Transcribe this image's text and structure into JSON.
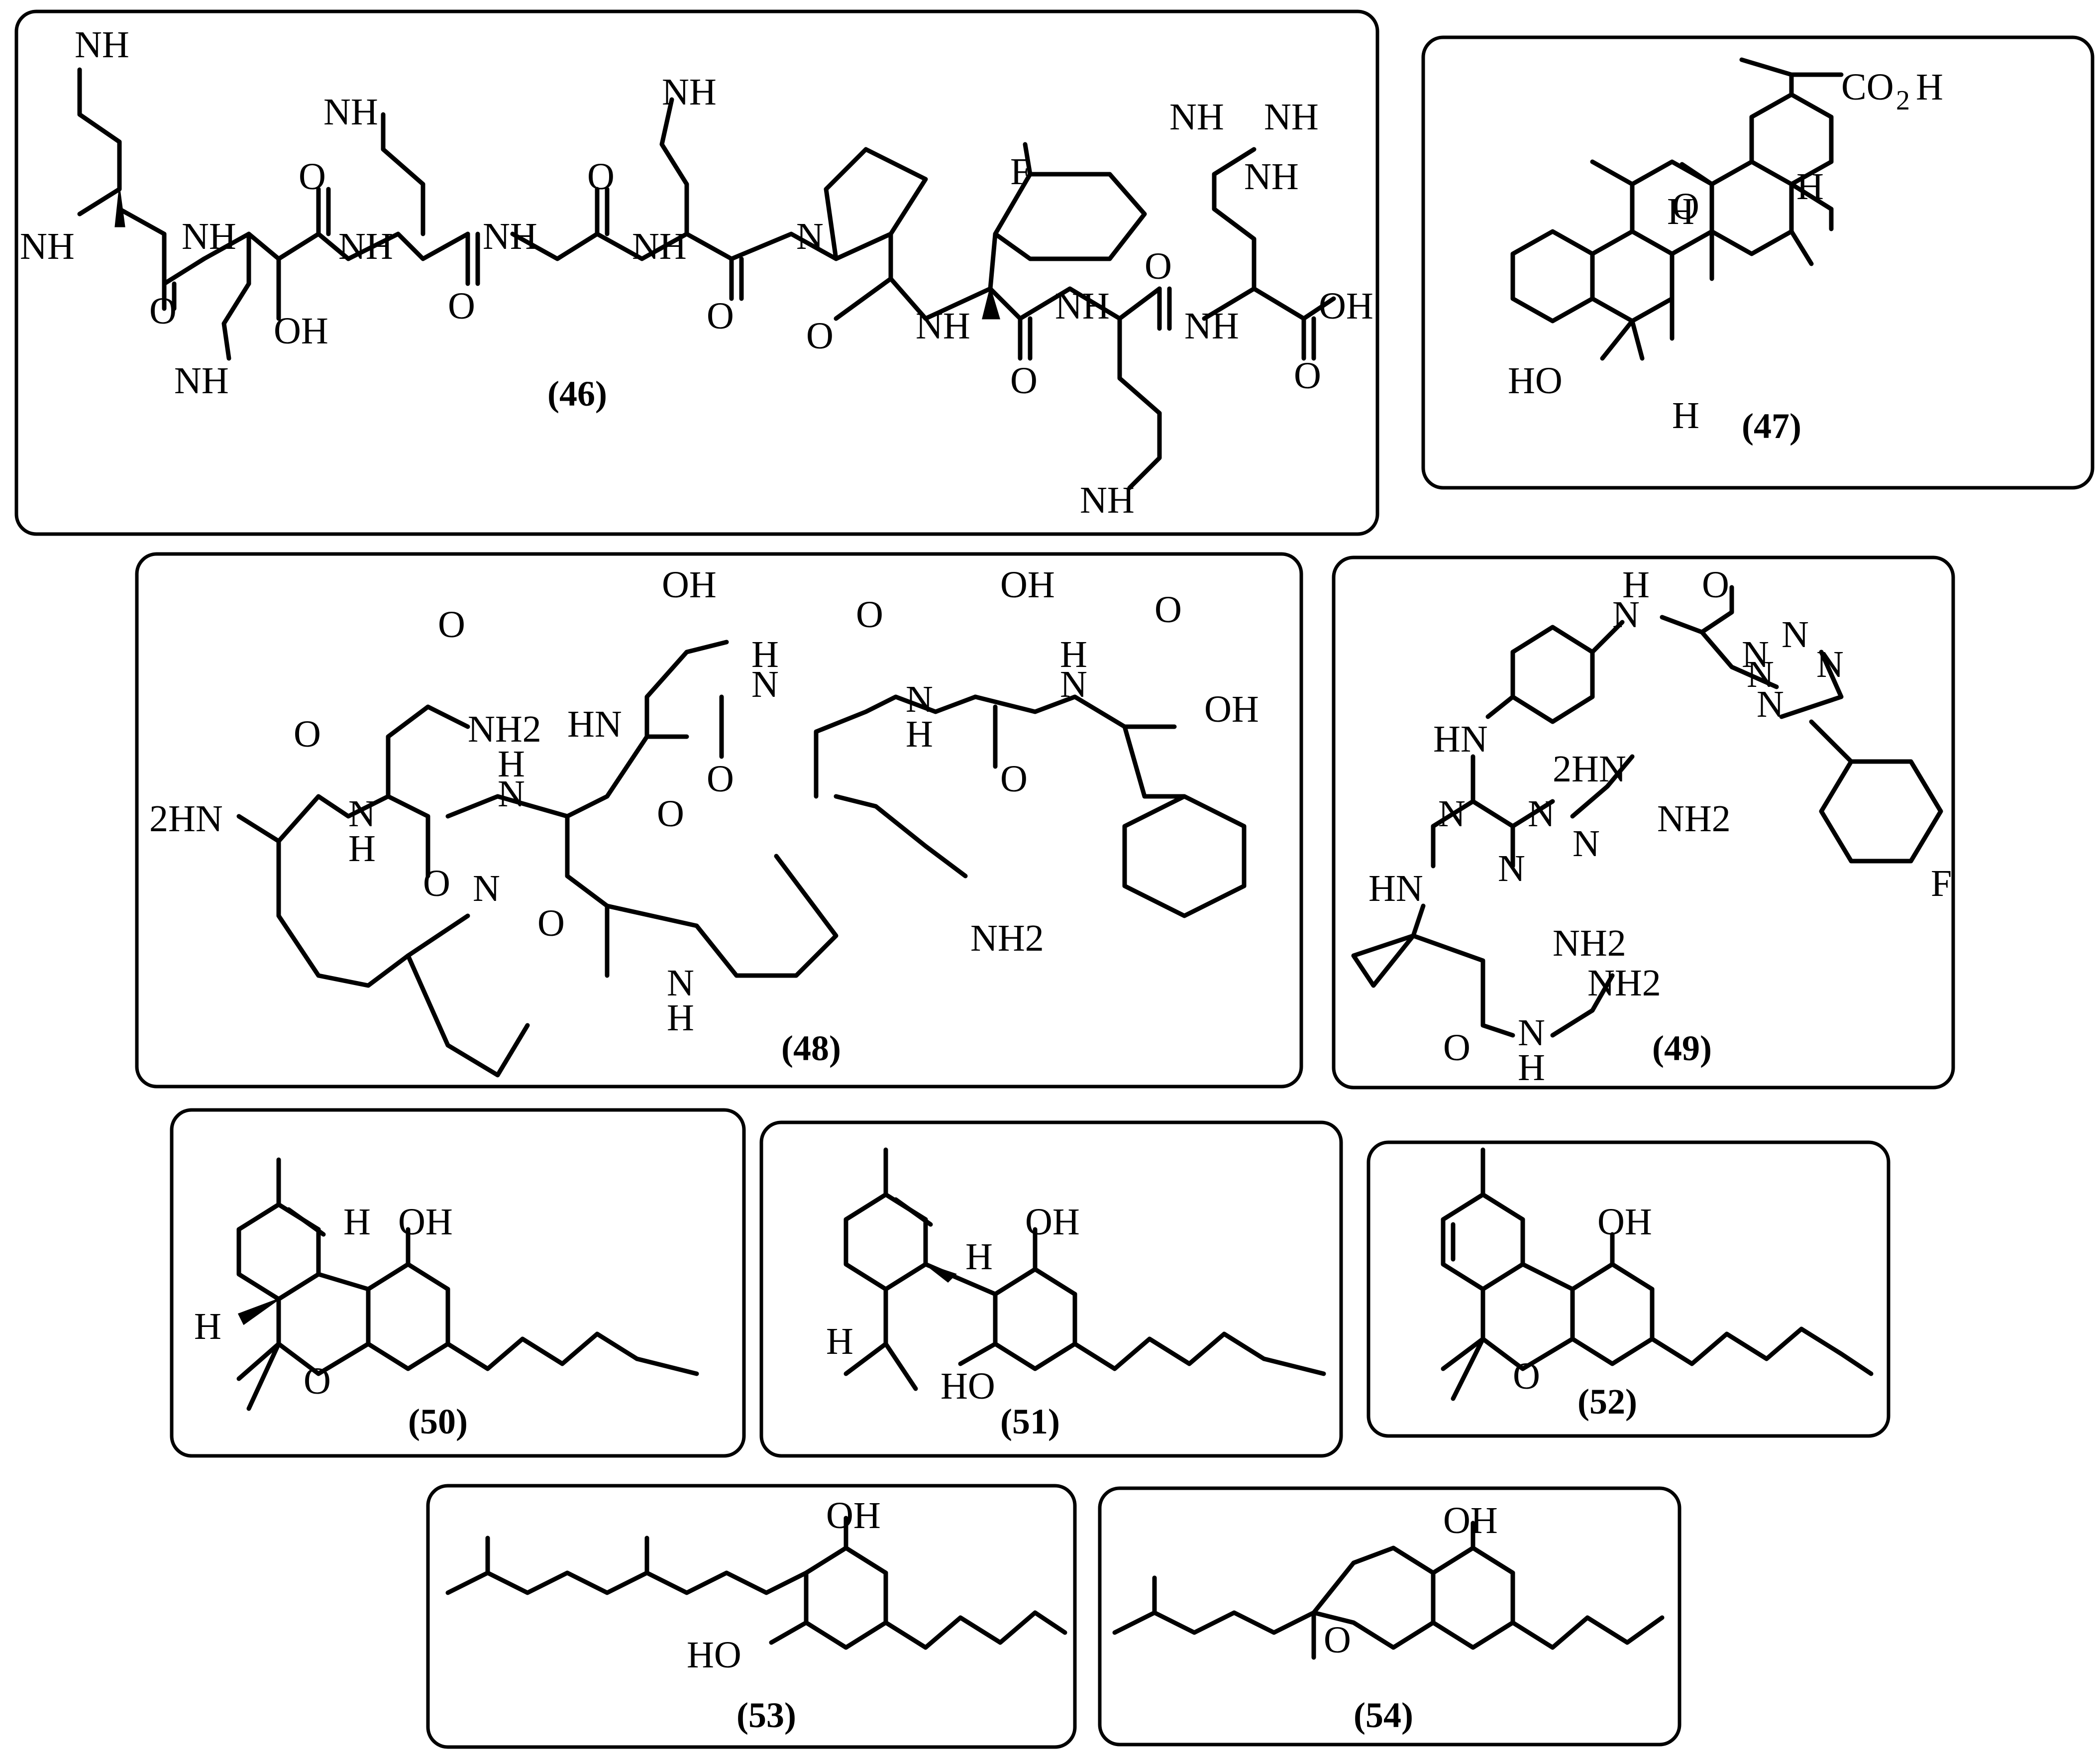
{
  "compounds": [
    {
      "id": "46",
      "label": "(46)"
    },
    {
      "id": "47",
      "label": "(47)"
    },
    {
      "id": "48",
      "label": "(48)"
    },
    {
      "id": "49",
      "label": "(49)"
    },
    {
      "id": "50",
      "label": "(50)"
    },
    {
      "id": "51",
      "label": "(51)"
    },
    {
      "id": "52",
      "label": "(52)"
    },
    {
      "id": "53",
      "label": "(53)"
    },
    {
      "id": "54",
      "label": "(54)"
    }
  ],
  "atoms": {
    "NH": "NH",
    "N": "N",
    "H": "H",
    "O": "O",
    "OH": "OH",
    "HO": "HO",
    "F": "F",
    "NH2": "NH2",
    "HN": "HN",
    "2HN": "2HN",
    "CO": "CO",
    "two": "2",
    "NH2_base": "NH"
  }
}
